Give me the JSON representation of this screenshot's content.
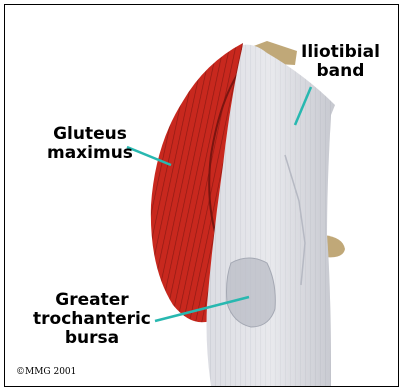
{
  "labels": {
    "iliotibial_line1": "Iliotibial",
    "iliotibial_line2": "band",
    "gluteus_line1": "Gluteus",
    "gluteus_line2": "maximus",
    "bursa_line1": "Greater",
    "bursa_line2": "trochanteric",
    "bursa_line3": "bursa"
  },
  "copyright": "©MMG 2001",
  "colors": {
    "muscle": "#c8281e",
    "band": "#dcdde3",
    "bursa": "#b9bcc6",
    "bone": "#c0a878",
    "pointer": "#28b8b0"
  }
}
